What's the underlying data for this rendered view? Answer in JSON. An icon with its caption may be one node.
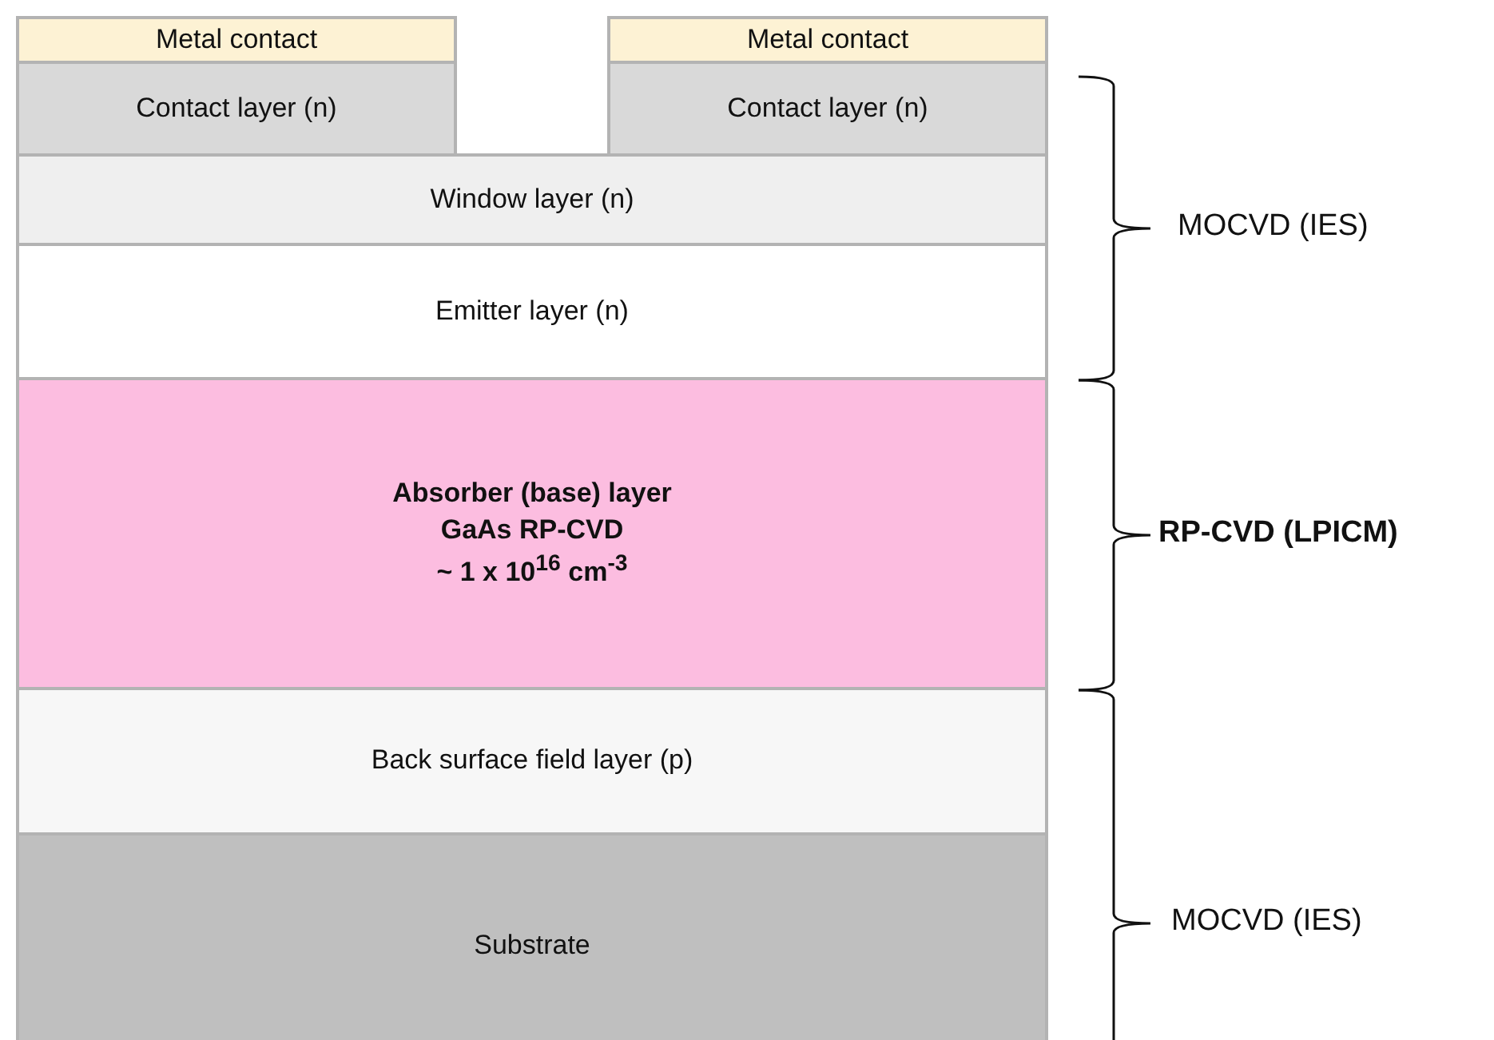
{
  "diagram": {
    "nodes": [
      {
        "text": [
          "Metal contact"
        ]
      },
      {
        "text": [
          "Metal contact"
        ]
      },
      {
        "text": [
          "Contact layer (n)"
        ]
      },
      {
        "text": [
          "Contact layer (n)"
        ]
      },
      {
        "text": [
          "Window layer (n)"
        ]
      },
      {
        "text": [
          "Emitter layer (n)"
        ]
      },
      {
        "text": [
          "Absorber (base) layer",
          "GaAs RP-CVD",
          "~ 1 x 10$^{16}$ cm$^{-3}$"
        ]
      },
      {
        "text": [
          "Back surface field layer (p)"
        ]
      },
      {
        "text": [
          "Substrate"
        ]
      }
    ],
    "edges": [],
    "labels": [
      "MOCVD (IES)",
      "RP-CVD (LPICM)",
      "MOCVD (IES)"
    ]
  }
}
